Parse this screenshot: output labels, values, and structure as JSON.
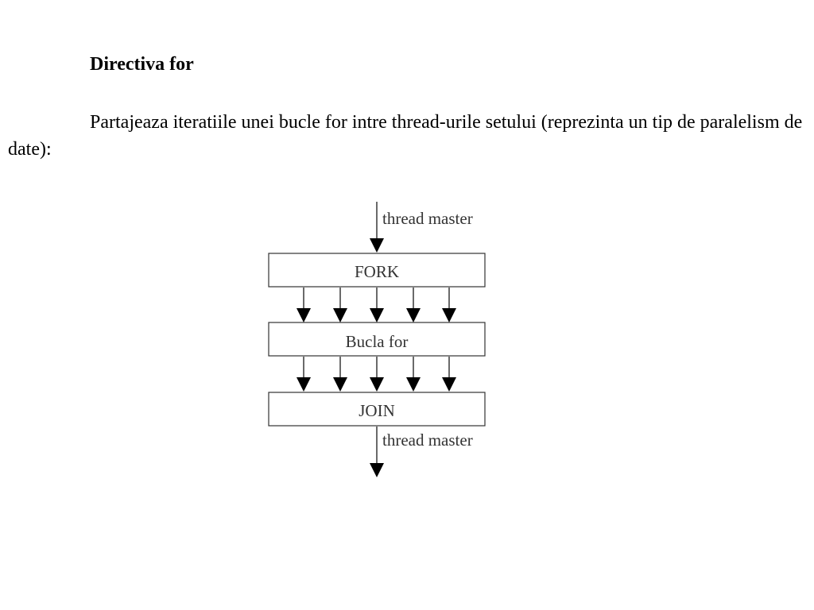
{
  "document": {
    "heading": "Directiva for",
    "paragraph": "Partajeaza iteratiile unei bucle for intre thread-urile setului (reprezinta un tip de paralelism de date):"
  },
  "diagram": {
    "top_label": "thread master",
    "fork_label": "FORK",
    "loop_label": "Bucla for",
    "join_label": "JOIN",
    "bottom_label": "thread master",
    "thread_count": 5
  }
}
